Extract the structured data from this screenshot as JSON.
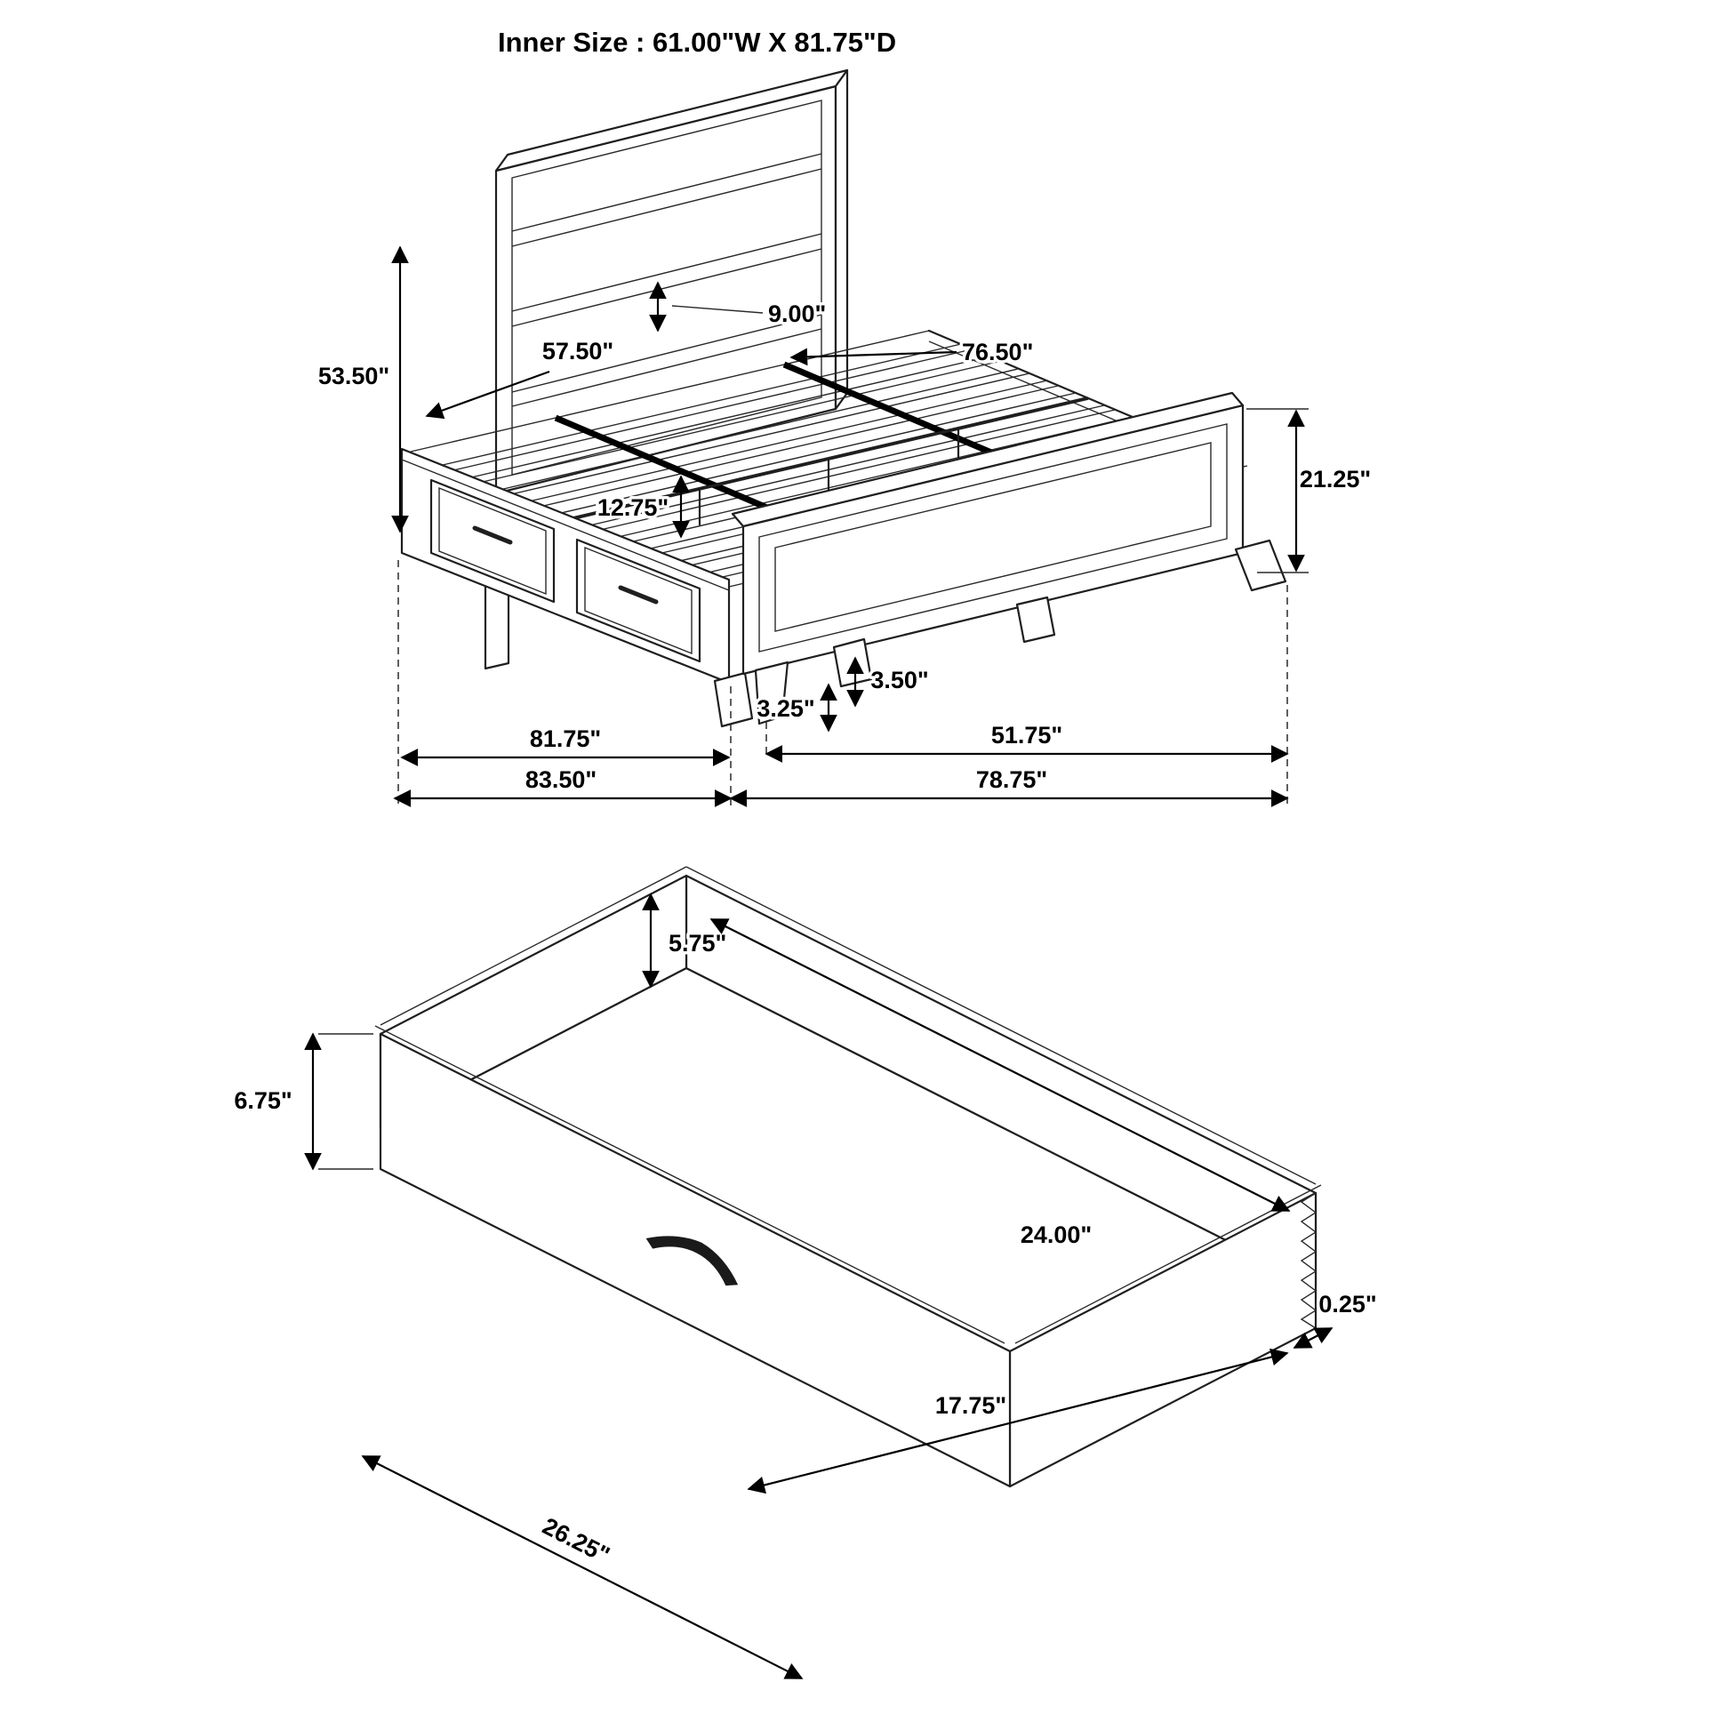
{
  "title": "Inner Size : 61.00\"W X 81.75\"D",
  "bed": {
    "dims": {
      "headboard_to_rail": "9.00\"",
      "slat_width": "57.50\"",
      "slat_length": "76.50\"",
      "headboard_height": "53.50\"",
      "footboard_height": "21.25\"",
      "rail_height": "12.75\"",
      "rail_leg_height": "3.25\"",
      "foot_leg_height": "3.50\"",
      "inner_depth": "81.75\"",
      "footboard_span": "51.75\"",
      "overall_depth": "83.50\"",
      "overall_width": "78.75\""
    }
  },
  "drawer": {
    "dims": {
      "inner_height": "5.75\"",
      "inner_width": "24.00\"",
      "front_height": "6.75\"",
      "panel_thickness": "0.25\"",
      "inner_depth": "17.75\"",
      "front_width": "26.25\""
    }
  }
}
